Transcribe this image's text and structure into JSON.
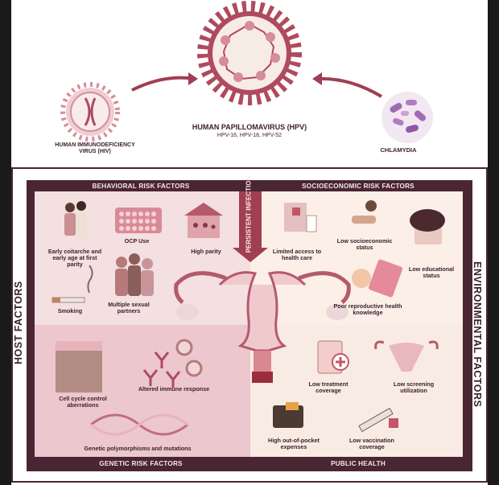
{
  "top": {
    "hpv_title": "HUMAN PAPILLOMAVIRUS (HPV)",
    "hpv_subtitle": "HPV-16, HPV-18, HPV-52",
    "hiv_label": "HUMAN IMMUNODEFICIENCY VIRUS (HIV)",
    "chlamydia_label": "CHLAMYDIA",
    "infection_label": "PERSISTENT INFECTION"
  },
  "sides": {
    "host": "HOST FACTORS",
    "environmental": "ENVIRONMENTAL FACTORS"
  },
  "quadrants": {
    "behavioral": {
      "title": "BEHAVIORAL RISK FACTORS",
      "items": [
        "Early coitarche and early age at first parity",
        "OCP Use",
        "High parity",
        "Smoking",
        "Multiple sexual partners"
      ]
    },
    "socioeconomic": {
      "title": "SOCIOECONOMIC RISK FACTORS",
      "items": [
        "Limited access to health care",
        "Low socioeconomic status",
        "Low educational status",
        "Poor reproductive health knowledge"
      ]
    },
    "genetic": {
      "title": "GENETIC RISK FACTORS",
      "items": [
        "Cell cycle control aberrations",
        "Altered immune response",
        "Genetic polymorphisms and mutations"
      ]
    },
    "public_health": {
      "title": "PUBLIC HEALTH",
      "items": [
        "Low treatment coverage",
        "Low screening utilization",
        "High out-of-pocket expenses",
        "Low vaccination coverage"
      ]
    }
  },
  "colors": {
    "frame": "#4a2534",
    "behavioral_bg": "#f4dfe1",
    "socio_bg": "#fbefe8",
    "genetic_bg": "#ecc7cd",
    "public_bg": "#f8ebe4",
    "virus": "#b04a5e"
  }
}
